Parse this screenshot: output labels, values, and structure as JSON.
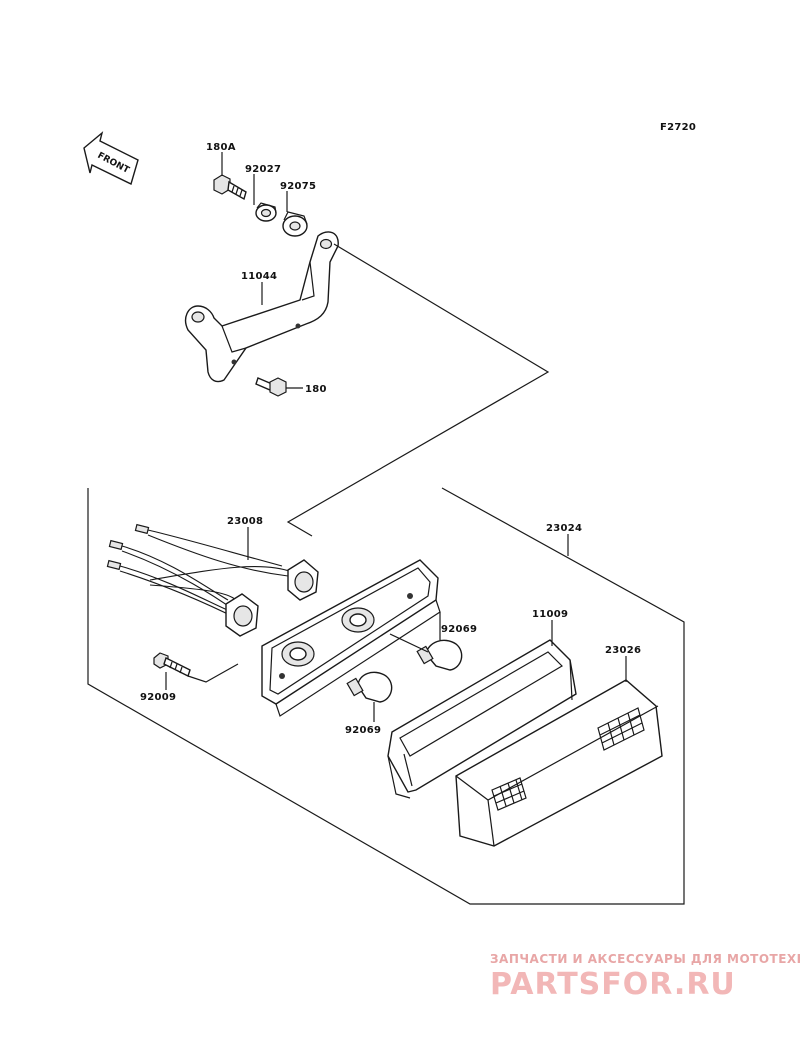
{
  "diagram": {
    "code": "F2720",
    "front_label": "FRONT",
    "parts": {
      "p180a": "180A",
      "p92027": "92027",
      "p92075": "92075",
      "p11044": "11044",
      "p180": "180",
      "p23008": "23008",
      "p23024": "23024",
      "p11009": "11009",
      "p23026": "23026",
      "p92069a": "92069",
      "p92069b": "92069",
      "p92009": "92009"
    }
  },
  "watermark": {
    "tagline": "ЗАПЧАСТИ И АКСЕССУАРЫ ДЛЯ МОТОТЕХНИКИ",
    "logo": "PARTSFOR.RU",
    "color": "#f2b7b7"
  }
}
